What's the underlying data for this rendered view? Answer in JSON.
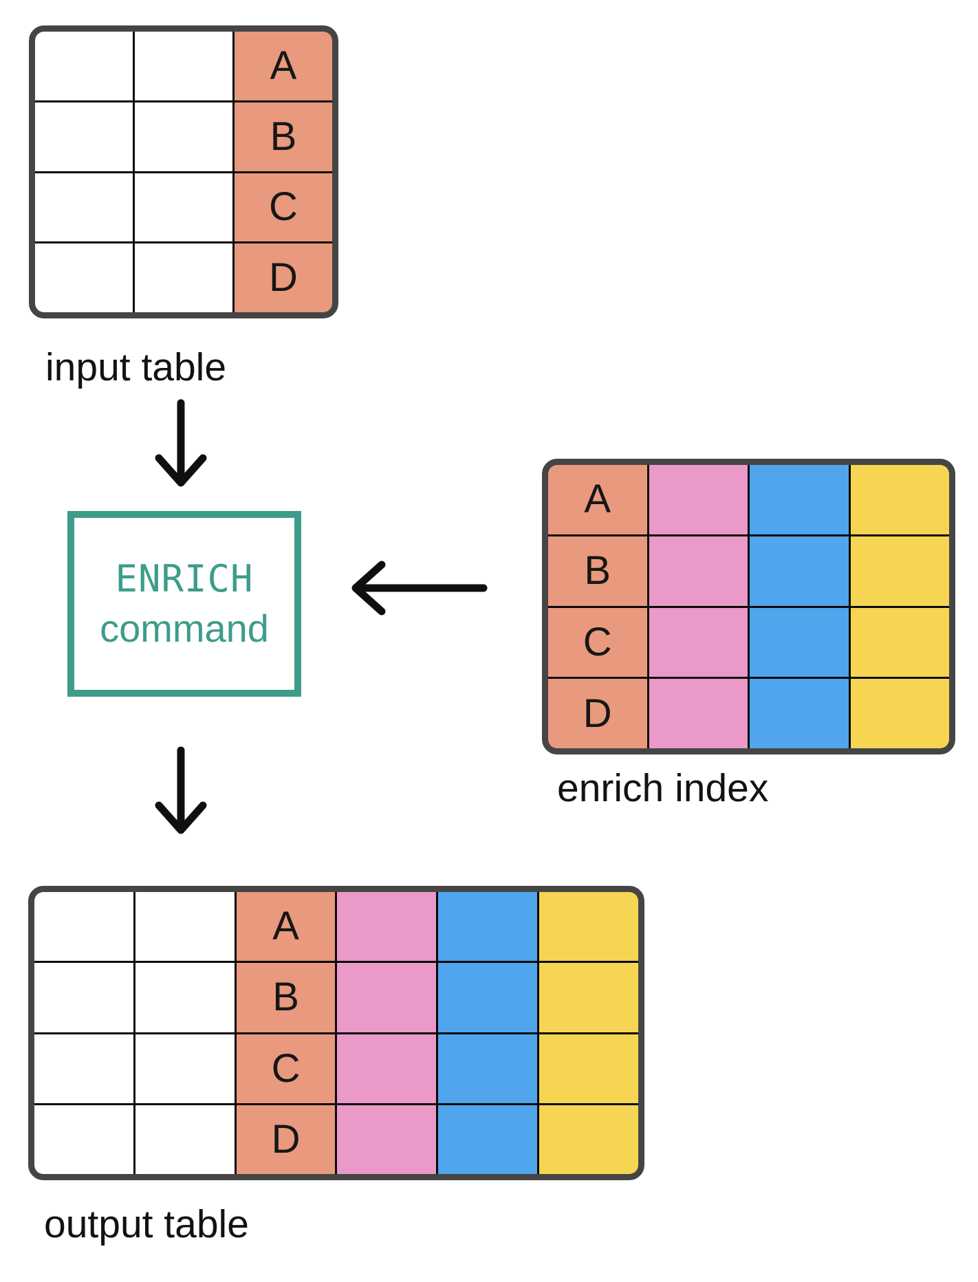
{
  "colors": {
    "salmon": "#E9997D",
    "pink": "#EA99C8",
    "blue": "#50A5EC",
    "yellow": "#F6D552",
    "teal": "#3D9C8A",
    "border_dark": "#454545",
    "grid_line": "#0a0a0a",
    "text": "#121212"
  },
  "input_table": {
    "label": "input table",
    "rows": 4,
    "columns": [
      "blank",
      "blank",
      "key"
    ],
    "key_values": [
      "A",
      "B",
      "C",
      "D"
    ]
  },
  "enrich_command_box": {
    "line1": "ENRICH",
    "line2": "command"
  },
  "enrich_index": {
    "label": "enrich index",
    "rows": 4,
    "columns": [
      "key",
      "pink",
      "blue",
      "yellow"
    ],
    "key_values": [
      "A",
      "B",
      "C",
      "D"
    ]
  },
  "output_table": {
    "label": "output table",
    "rows": 4,
    "columns": [
      "blank",
      "blank",
      "key",
      "pink",
      "blue",
      "yellow"
    ],
    "key_values": [
      "A",
      "B",
      "C",
      "D"
    ]
  },
  "arrows": {
    "down1": "input table to ENRICH command",
    "left": "enrich index to ENRICH command",
    "down2": "ENRICH command to output table"
  }
}
